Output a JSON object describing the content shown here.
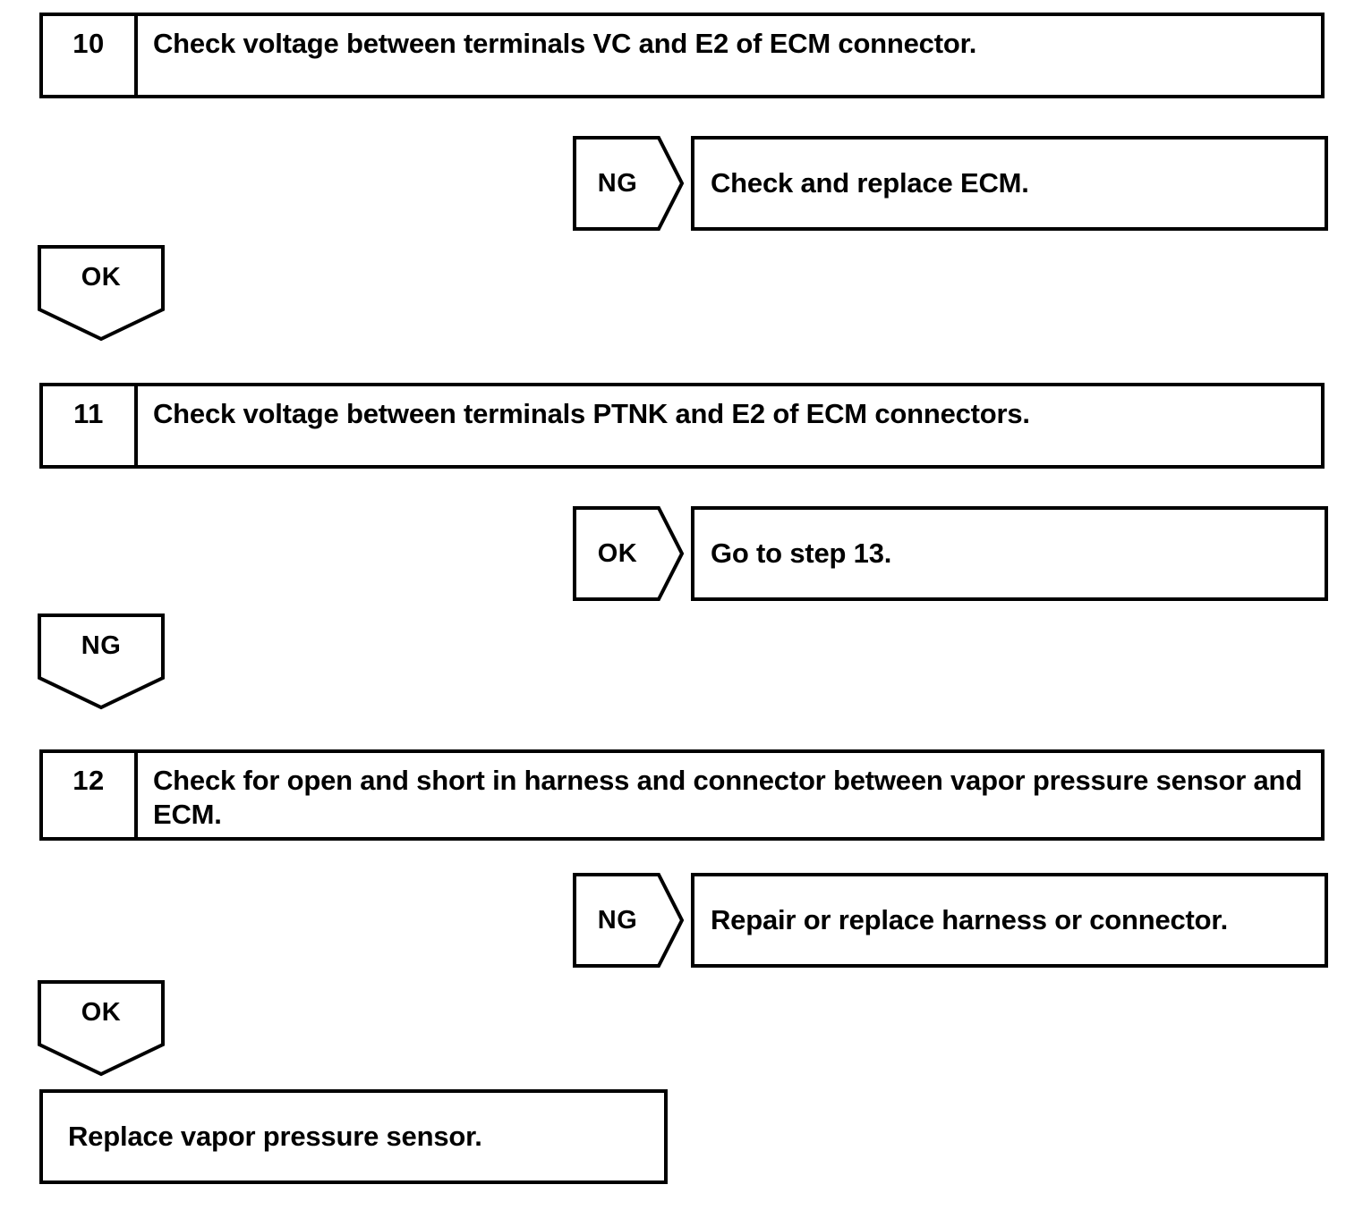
{
  "diagram": {
    "type": "troubleshooting-flowchart",
    "title": "",
    "stroke_color": "#000000",
    "background_color": "#ffffff",
    "nodes": [
      {
        "kind": "step",
        "number": "10",
        "text": "Check voltage between terminals VC and E2 of ECM connector."
      },
      {
        "kind": "branch",
        "label": "NG",
        "text": "Check and replace ECM."
      },
      {
        "kind": "connector",
        "label": "OK"
      },
      {
        "kind": "step",
        "number": "11",
        "text": "Check voltage between terminals PTNK and E2 of ECM connectors."
      },
      {
        "kind": "branch",
        "label": "OK",
        "text": "Go to step 13."
      },
      {
        "kind": "connector",
        "label": "NG"
      },
      {
        "kind": "step",
        "number": "12",
        "text": "Check for open and short in harness and connector between vapor pressure sensor and ECM."
      },
      {
        "kind": "branch",
        "label": "NG",
        "text": "Repair or replace harness or connector."
      },
      {
        "kind": "connector",
        "label": "OK"
      },
      {
        "kind": "result",
        "text": "Replace vapor pressure sensor."
      }
    ]
  }
}
